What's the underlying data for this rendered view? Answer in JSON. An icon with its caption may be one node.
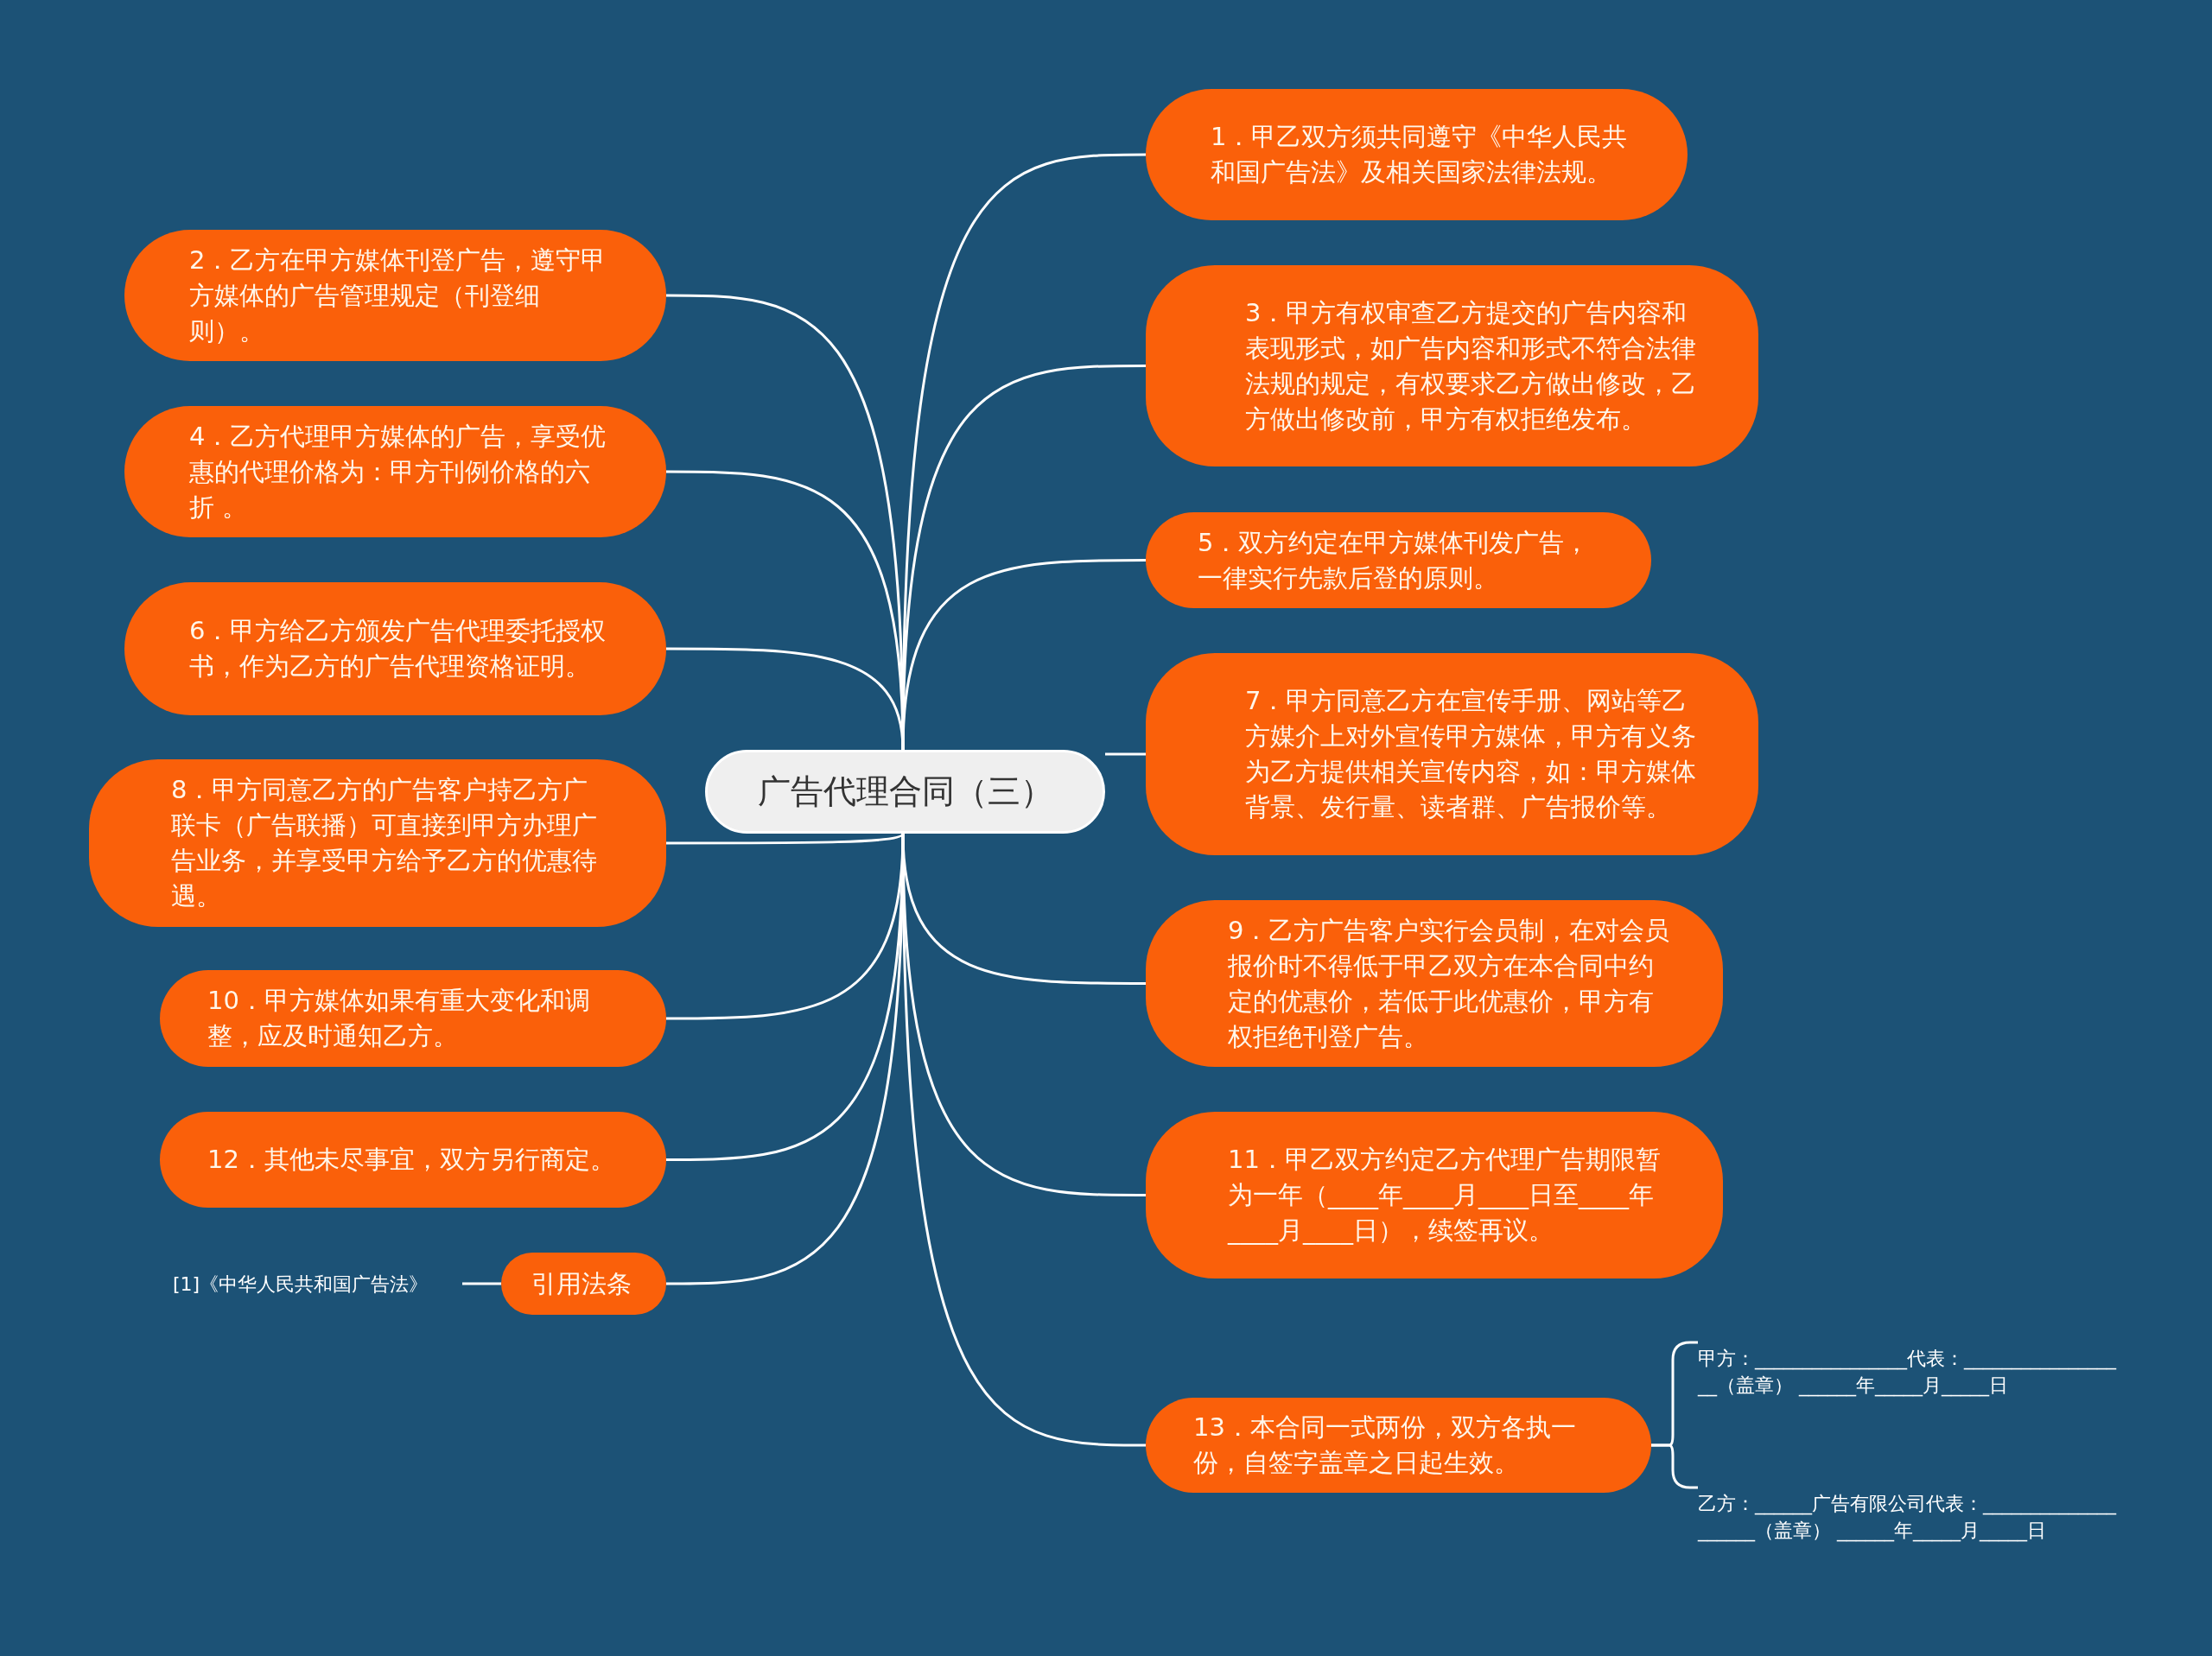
{
  "diagram": {
    "nodes": [
      {
        "text": [
          "广告代理合同（三）"
        ]
      },
      {
        "text": [
          "1．甲乙双方须共同遵守《中华人民共和国广告法》及相关国家法律法规。"
        ]
      },
      {
        "text": [
          "2．乙方在甲方媒体刊登广告，遵守甲方媒体的广告管理规定（刊登细则）。"
        ]
      },
      {
        "text": [
          "3．甲方有权审查乙方提交的广告内容和表现形式，如广告内容和形式不符合法律法规的规定，有权要求乙方做出修改，乙方做出修改前，甲方有权拒绝发布。"
        ]
      },
      {
        "text": [
          "4．乙方代理甲方媒体的广告，享受优惠的代理价格为：甲方刊例价格的六折 。"
        ]
      },
      {
        "text": [
          "5．双方约定在甲方媒体刊发广告，一律实行先款后登的原则。"
        ]
      },
      {
        "text": [
          "6．甲方给乙方颁发广告代理委托授权书，作为乙方的广告代理资格证明。"
        ]
      },
      {
        "text": [
          "7．甲方同意乙方在宣传手册、网站等乙方媒介上对外宣传甲方媒体，甲方有义务为乙方提供相关宣传内容，如：甲方媒体背景、发行量、读者群、广告报价等。"
        ]
      },
      {
        "text": [
          "8．甲方同意乙方的广告客户持乙方广联卡（广告联播）可直接到甲方办理广告业务，并享受甲方给予乙方的优惠待遇。"
        ]
      },
      {
        "text": [
          "9．乙方广告客户实行会员制，在对会员报价时不得低于甲乙双方在本合同中约定的优惠价，若低于此优惠价，甲方有权拒绝刊登广告。"
        ]
      },
      {
        "text": [
          "10．甲方媒体如果有重大变化和调整，应及时通知乙方。"
        ]
      },
      {
        "text": [
          "11．甲乙双方约定乙方代理广告期限暂为一年（____年____月____日至____年____月____日），续签再议。"
        ]
      },
      {
        "text": [
          "12．其他未尽事宜，双方另行商定。"
        ]
      },
      {
        "text": [
          "13．本合同一式两份，双方各执一份，自签字盖章之日起生效。"
        ]
      },
      {
        "text": [
          "引用法条"
        ]
      },
      {
        "text": [
          "[1]《中华人民共和国广告法》"
        ]
      },
      {
        "text": [
          "甲方：________________代表：__________________（盖章） ______年_____月_____日"
        ]
      },
      {
        "text": [
          "乙方：______广告有限公司代表：____________________（盖章） ______年_____月_____日"
        ]
      }
    ],
    "edges": [
      {
        "from": 0,
        "to": 1,
        "arrow": "none"
      },
      {
        "from": 0,
        "to": 2,
        "arrow": "none"
      },
      {
        "from": 0,
        "to": 3,
        "arrow": "none"
      },
      {
        "from": 0,
        "to": 4,
        "arrow": "none"
      },
      {
        "from": 0,
        "to": 5,
        "arrow": "none"
      },
      {
        "from": 0,
        "to": 6,
        "arrow": "none"
      },
      {
        "from": 0,
        "to": 7,
        "arrow": "none"
      },
      {
        "from": 0,
        "to": 8,
        "arrow": "none"
      },
      {
        "from": 0,
        "to": 9,
        "arrow": "none"
      },
      {
        "from": 0,
        "to": 10,
        "arrow": "none"
      },
      {
        "from": 0,
        "to": 11,
        "arrow": "none"
      },
      {
        "from": 0,
        "to": 12,
        "arrow": "none"
      },
      {
        "from": 0,
        "to": 13,
        "arrow": "none"
      },
      {
        "from": 0,
        "to": 14,
        "arrow": "none"
      },
      {
        "from": 14,
        "to": 15,
        "arrow": "none"
      },
      {
        "from": 13,
        "to": 16,
        "arrow": "none"
      },
      {
        "from": 13,
        "to": 17,
        "arrow": "none"
      }
    ]
  }
}
